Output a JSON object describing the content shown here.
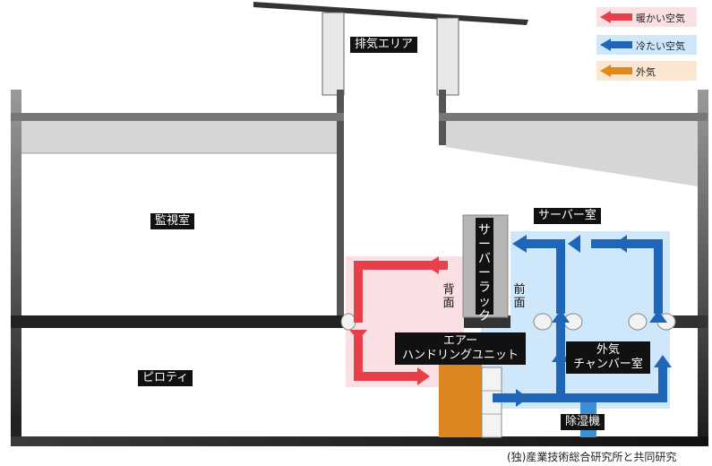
{
  "labels": {
    "exhaust_area": "排気エリア",
    "monitoring_room": "監視室",
    "piloti": "ピロティ",
    "server_room": "サーバー室",
    "server_rack": "サーバーラック",
    "back": "背面",
    "front": "前面",
    "ahu_line1": "エアー",
    "ahu_line2": "ハンドリングユニット",
    "chamber_line1": "外気",
    "chamber_line2": "チャンバー室",
    "dehumidifier": "除湿機"
  },
  "legend": [
    {
      "label": "暖かい空気",
      "color": "#e8404a",
      "bg": "#fbe0e3"
    },
    {
      "label": "冷たい空気",
      "color": "#1f66b8",
      "bg": "#cfe7fb"
    },
    {
      "label": "外気",
      "color": "#e08a1e",
      "bg": "#fbe6d2"
    }
  ],
  "credit": "(独)産業技術総合研究所と共同研究",
  "colors": {
    "warm": "#e8404a",
    "cold": "#1f66b8",
    "outside": "#e08a1e",
    "wall": "#2b2b2b"
  }
}
